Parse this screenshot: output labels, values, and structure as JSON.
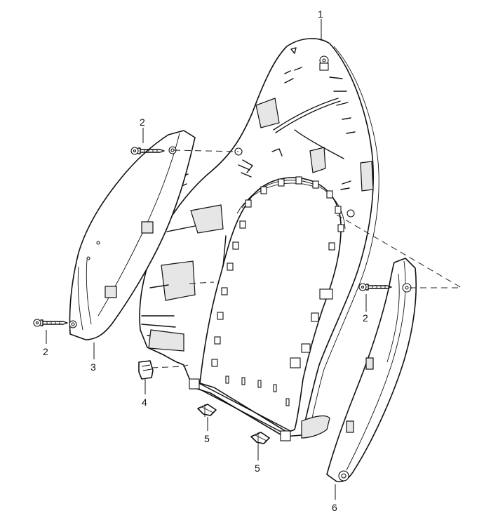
{
  "callouts": {
    "c1": "1",
    "c2a": "2",
    "c2b": "2",
    "c2c": "2",
    "c3": "3",
    "c4": "4",
    "c5a": "5",
    "c5b": "5",
    "c6": "6"
  }
}
